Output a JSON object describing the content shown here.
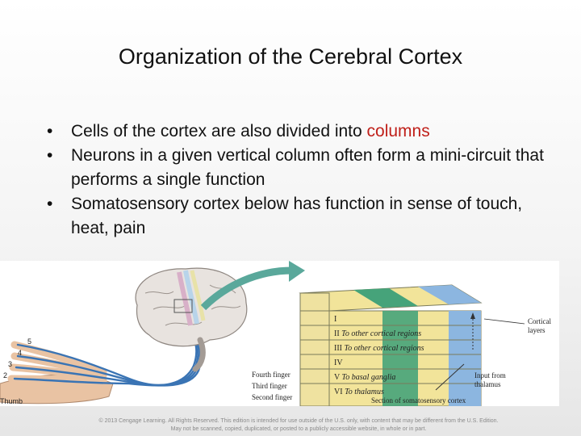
{
  "slide": {
    "title": "Organization of the Cerebral Cortex",
    "bullets": [
      {
        "text": "Cells of the cortex are also divided into ",
        "highlight": "columns"
      },
      {
        "text": "Neurons in a given vertical column often form a mini-circuit that performs a single function"
      },
      {
        "text": "Somatosensory cortex below has function in sense of touch, heat, pain"
      }
    ],
    "highlight_color": "#c0201a"
  },
  "figure": {
    "finger_numbers": [
      "5",
      "4",
      "3",
      "2"
    ],
    "thumb_label": "Thumb",
    "finger_labels": [
      "Fourth finger",
      "Third finger",
      "Second finger"
    ],
    "layers": [
      {
        "numeral": "I",
        "text": ""
      },
      {
        "numeral": "II",
        "text": "To other cortical regions"
      },
      {
        "numeral": "III",
        "text": "To other cortical regions"
      },
      {
        "numeral": "IV",
        "text": ""
      },
      {
        "numeral": "V",
        "text": "To basal ganglia"
      },
      {
        "numeral": "VI",
        "text": "To thalamus"
      }
    ],
    "cortical_layers_label": [
      "Cortical",
      "layers"
    ],
    "input_label": [
      "Input from",
      "thalamus"
    ],
    "section_caption": "Section of somatosensory cortex",
    "colors": {
      "yellow": "#f2e49a",
      "green": "#46a37a",
      "blue": "#8cb6e0",
      "nerve": "#3a74b4"
    }
  },
  "footer": {
    "copyright_line1": "© 2013 Cengage Learning. All Rights Reserved. This edition is intended for use outside of the U.S. only, with content that may be different from the U.S. Edition.",
    "copyright_line2": "May not be scanned, copied, duplicated, or posted to a publicly accessible website, in whole or in part."
  }
}
